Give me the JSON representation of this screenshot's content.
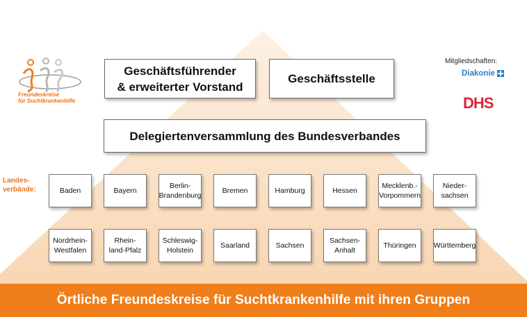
{
  "logo": {
    "name": "Freundeskreise\nfür Suchtkrankenhilfe"
  },
  "members": {
    "label": "Mitgliedschaften:",
    "diakonie": "Diakonie",
    "dhs": "DHS"
  },
  "top": {
    "board": "Geschäftsführender\n& erweiterter Vorstand",
    "office": "Geschäftsstelle"
  },
  "assembly": "Delegiertenversammlung des Bundesverbandes",
  "states_label": "Landes-\nverbände:",
  "states_row1": [
    "Baden",
    "Bayern",
    "Berlin-\nBrandenburg",
    "Bremen",
    "Hamburg",
    "Hessen",
    "Mecklenb.-\nVorpommern",
    "Nieder-\nsachsen"
  ],
  "states_row2": [
    "Nordrhein-\nWestfalen",
    "Rhein-\nland-Pfalz",
    "Schleswig-\nHolstein",
    "Saarland",
    "Sachsen",
    "Sachsen-\nAnhalt",
    "Thüringen",
    "Württemberg"
  ],
  "bottom_bar": "Örtliche Freundeskreise für Suchtkrankenhilfe mit ihren Gruppen",
  "colors": {
    "accent": "#f07e1b",
    "pyramid": "#fbe3c8",
    "diakonie": "#2b7fc3",
    "dhs": "#d9263b"
  }
}
